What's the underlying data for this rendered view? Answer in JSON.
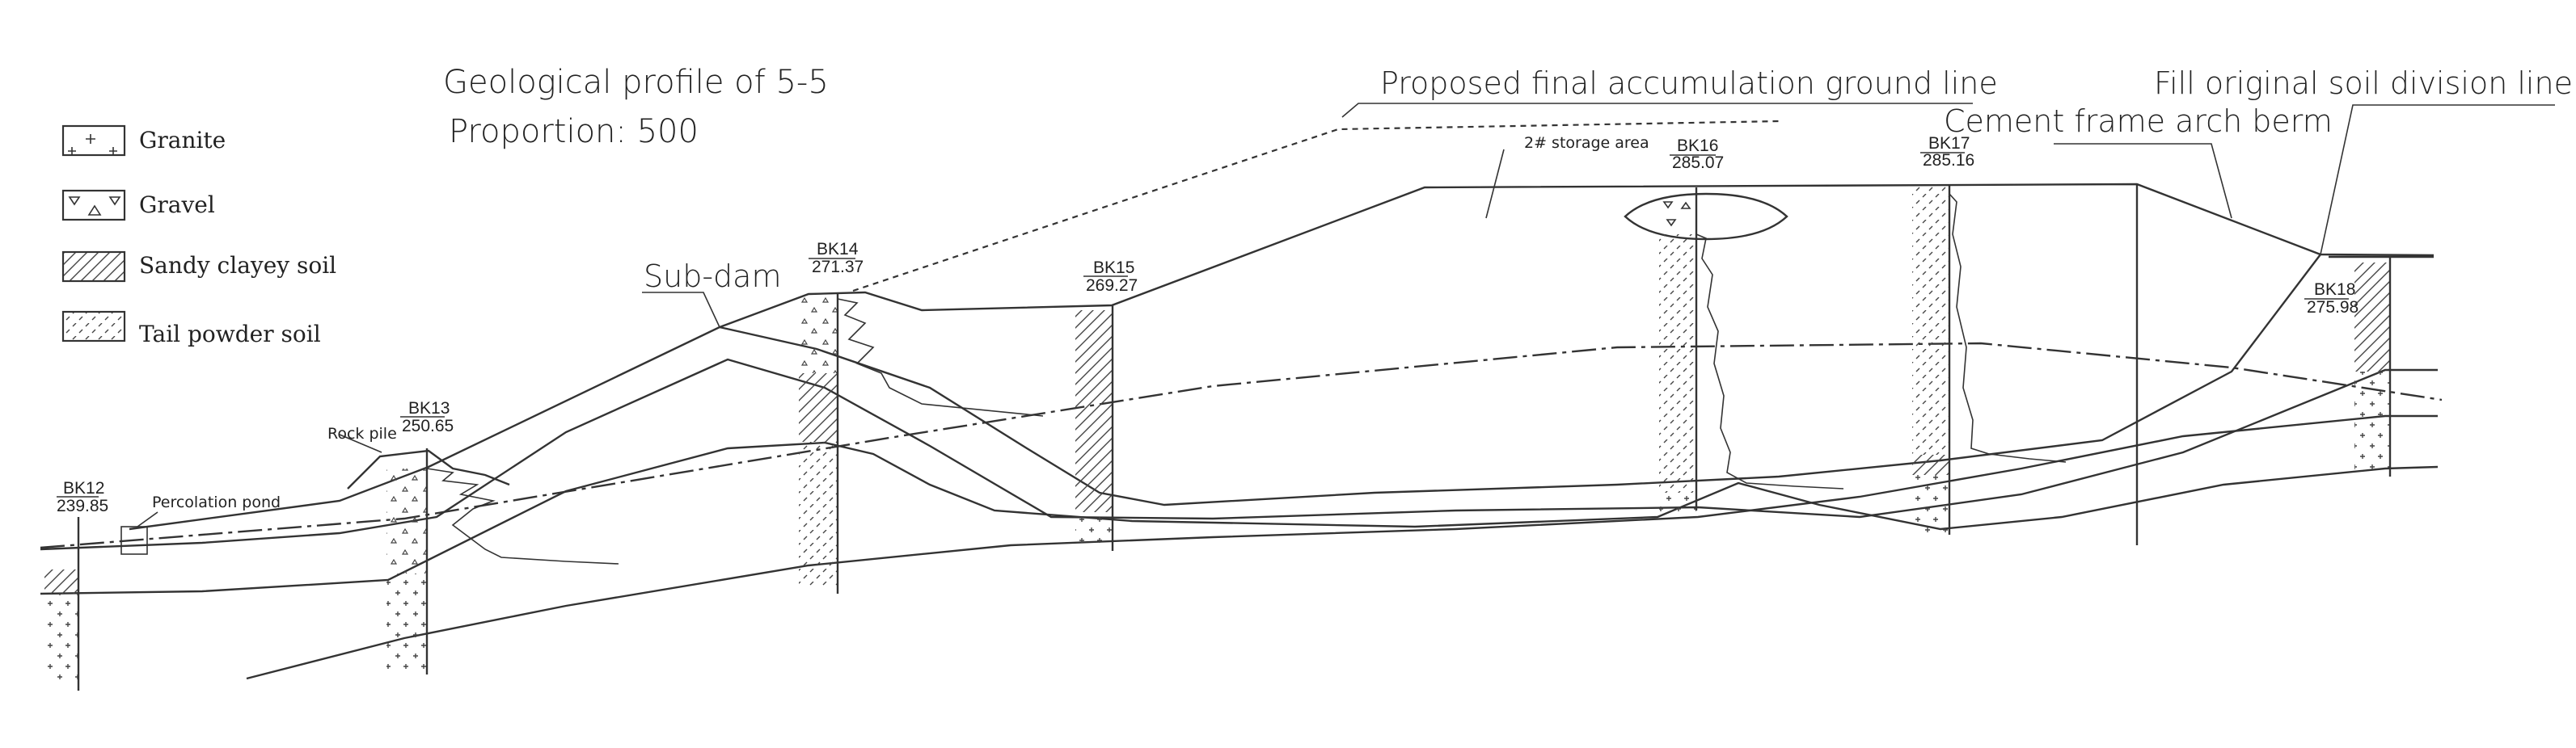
{
  "title": {
    "line1": "Geological profile of 5-5",
    "line2": "Proportion: 500"
  },
  "legend": [
    {
      "label": "Granite",
      "icon": "granite-pattern-icon"
    },
    {
      "label": "Gravel",
      "icon": "gravel-pattern-icon"
    },
    {
      "label": "Sandy clayey soil",
      "icon": "sandy-clayey-soil-pattern-icon"
    },
    {
      "label": "Tail powder soil",
      "icon": "tail-powder-soil-pattern-icon"
    }
  ],
  "annotations": {
    "sub_dam": "Sub-dam",
    "proposed_line": "Proposed final accumulation ground line",
    "fill_division": "Fill original soil division line",
    "cement_berm": "Cement frame arch berm",
    "storage_area": "2# storage area",
    "rock_pile": "Rock pile",
    "percolation_pond": "Percolation pond"
  },
  "boreholes": [
    {
      "id": "BK12",
      "elevation": "239.85"
    },
    {
      "id": "BK13",
      "elevation": "250.65"
    },
    {
      "id": "BK14",
      "elevation": "271.37"
    },
    {
      "id": "BK15",
      "elevation": "269.27"
    },
    {
      "id": "BK16",
      "elevation": "285.07"
    },
    {
      "id": "BK17",
      "elevation": "285.16"
    },
    {
      "id": "BK18",
      "elevation": "275.98"
    }
  ],
  "colors": {
    "line": "#333333",
    "background": "#ffffff"
  }
}
